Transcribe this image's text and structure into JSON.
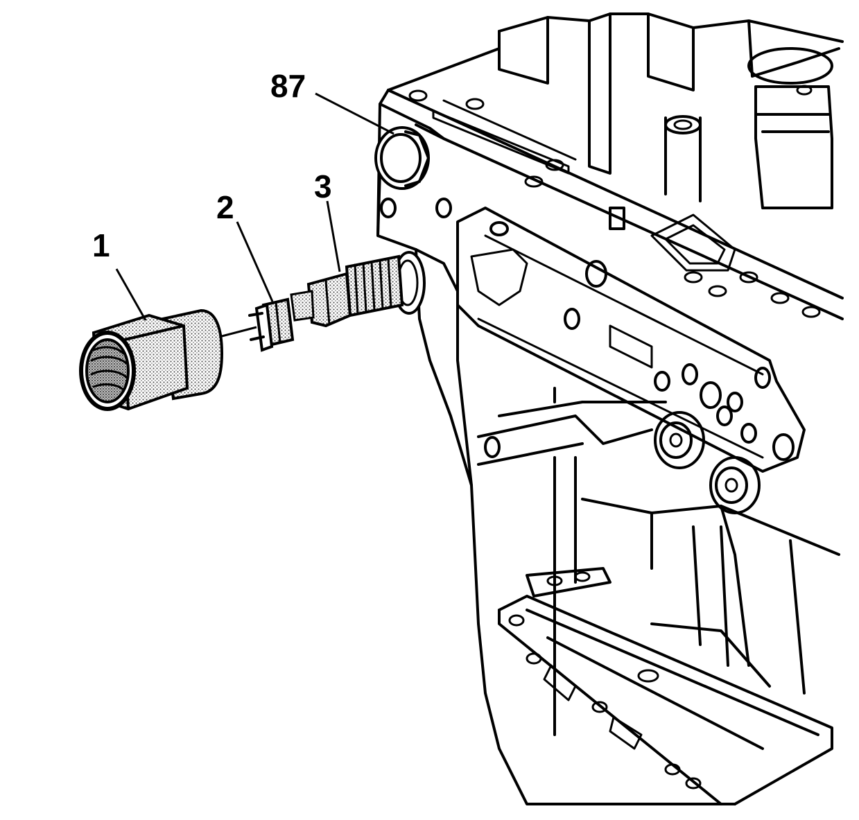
{
  "diagram": {
    "callouts": [
      {
        "id": "callout-1",
        "label": "1"
      },
      {
        "id": "callout-2",
        "label": "2"
      },
      {
        "id": "callout-3",
        "label": "3"
      },
      {
        "id": "callout-87",
        "label": "87"
      }
    ]
  }
}
